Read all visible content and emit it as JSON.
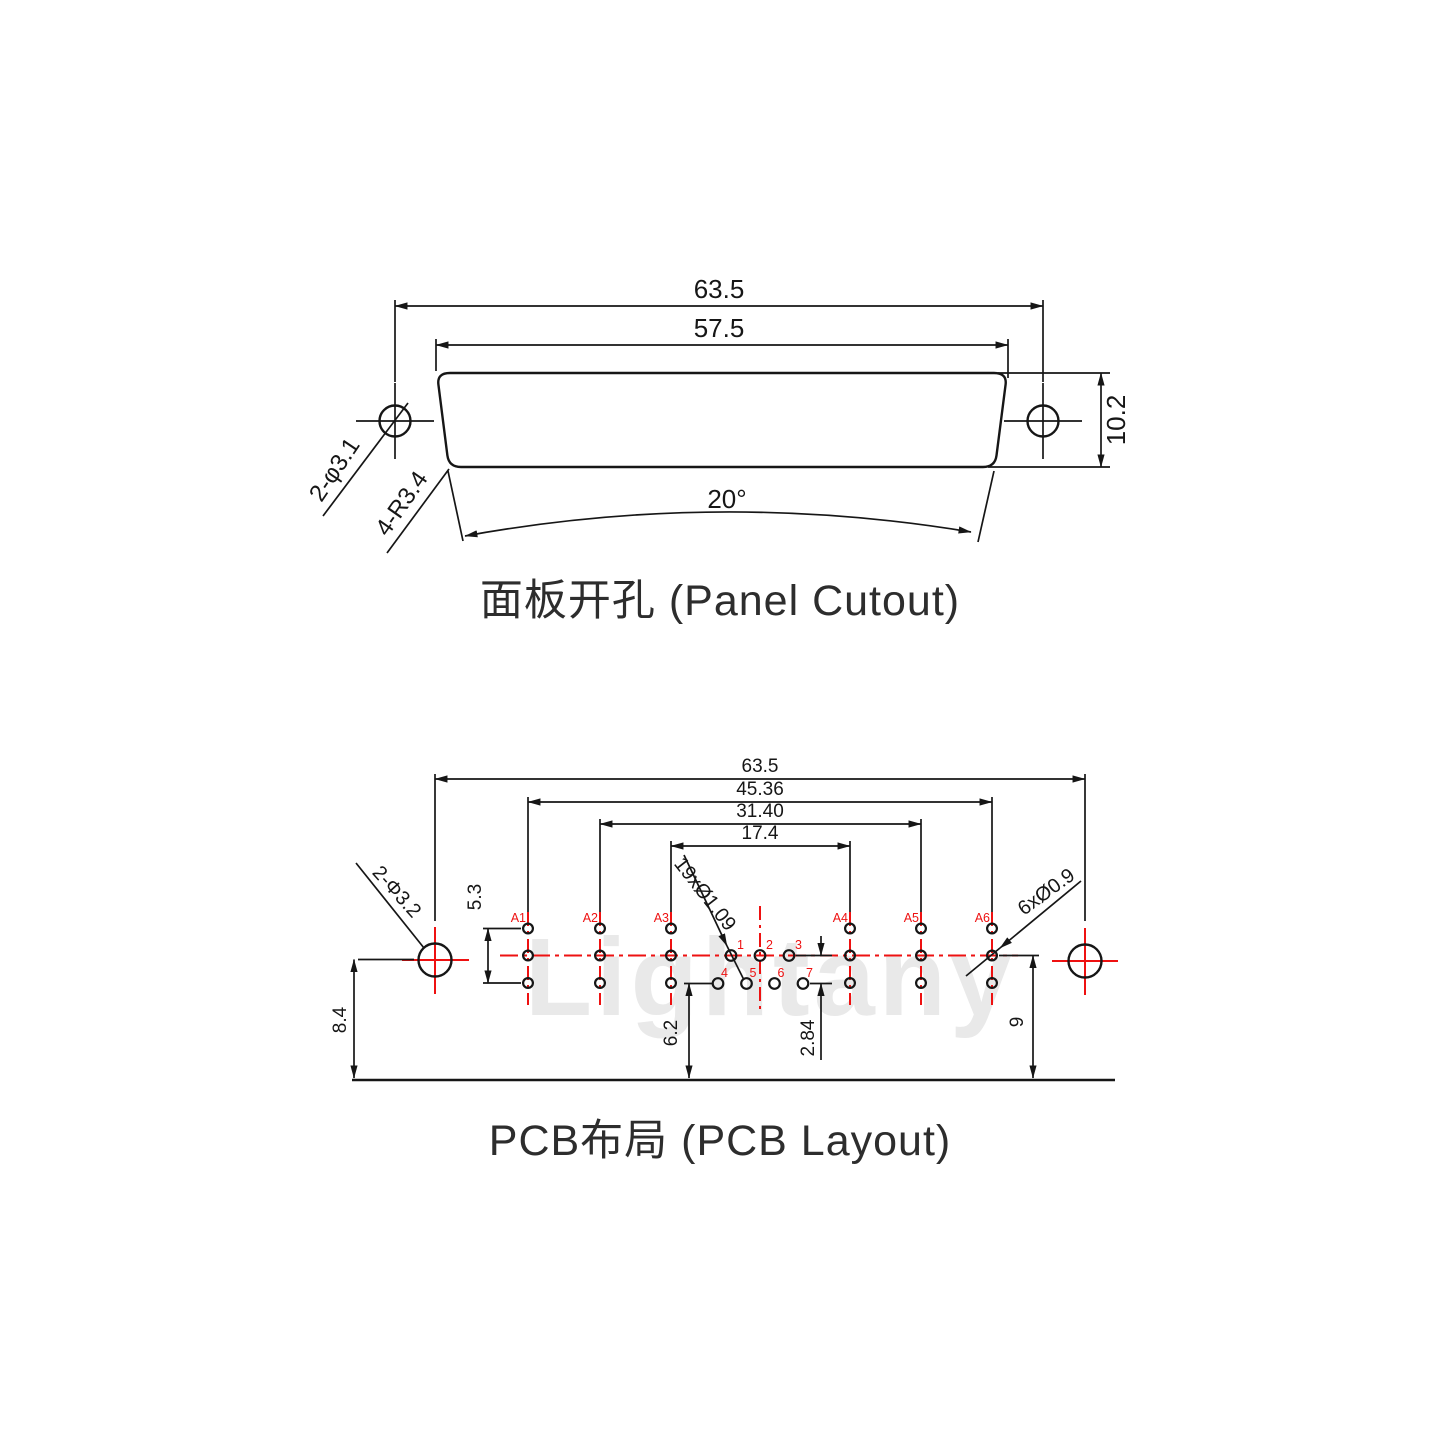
{
  "watermark": "Lightany",
  "colors": {
    "line": "#161616",
    "accent_red": "#ee1111",
    "watermark_gray": "#e9e9e9",
    "title_text": "#2d2d2d"
  },
  "panel_cutout": {
    "title": "面板开孔 (Panel Cutout)",
    "dim_outer_width": "63.5",
    "dim_cutout_width": "57.5",
    "dim_height": "10.2",
    "dim_angle": "20°",
    "label_mount_holes": "2-φ3.1",
    "label_corner_radius": "4-R3.4"
  },
  "pcb_layout": {
    "title": "PCB布局 (PCB Layout)",
    "dim_mount_span": "63.5",
    "dim_a_outer_span": "45.36",
    "dim_a_mid_span": "31.40",
    "dim_a_inner_span": "17.4",
    "dim_coax_row_height": "5.3",
    "dim_mount_to_edge": "8.4",
    "dim_pin_to_edge": "6.2",
    "dim_row_offset": "2.84",
    "dim_center_to_edge": "9",
    "label_mount_holes": "2-Φ3.2",
    "label_signal_holes": "19xØ1.09",
    "label_coax_holes": "6xØ0.9",
    "coax_labels": [
      "A1",
      "A2",
      "A3",
      "A4",
      "A5",
      "A6"
    ],
    "mid_pin_labels": [
      "1",
      "2",
      "3"
    ],
    "low_pin_labels": [
      "4",
      "5",
      "6",
      "7"
    ]
  }
}
